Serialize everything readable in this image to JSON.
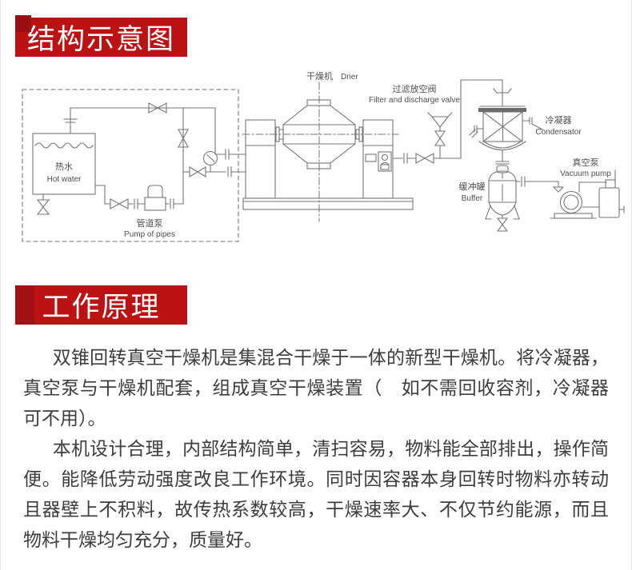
{
  "sections": {
    "structure_title": "结构示意图",
    "principle_title": "工作原理"
  },
  "colors": {
    "banner_red": "#bc1213",
    "banner_dark_red": "#9a1012",
    "line_gray": "#767676",
    "text_gray": "#3d3d3d"
  },
  "diagram": {
    "labels": {
      "hot_water_cn": "热水",
      "hot_water_en": "Hot water",
      "pipe_pump_cn": "管道泵",
      "pipe_pump_en": "Pump of pipes",
      "drier_cn": "干燥机",
      "drier_en": "Drier",
      "filter_valve_cn": "过滤放空阀",
      "filter_valve_en": "Filter and discharge valve",
      "condenser_cn": "冷凝器",
      "condenser_en": "Condensator",
      "buffer_cn": "缓冲罐",
      "buffer_en": "Buffer",
      "vacuum_pump_cn": "真空泵",
      "vacuum_pump_en": "Vacuum pump"
    }
  },
  "principle": {
    "paragraphs": [
      "双锥回转真空干燥机是集混合干燥于一体的新型干燥机。将冷凝器，真空泵与干燥机配套，组成真空干燥装置（　如不需回收容剂，冷凝器可不用）。",
      "本机设计合理，内部结构简单，清扫容易，物料能全部排出，操作简便。能降低劳动强度改良工作环境。同时因容器本身回转时物料亦转动且器壁上不积料，故传热系数较高，干燥速率大、不仅节约能源，而且物料干燥均匀充分，质量好。"
    ]
  }
}
